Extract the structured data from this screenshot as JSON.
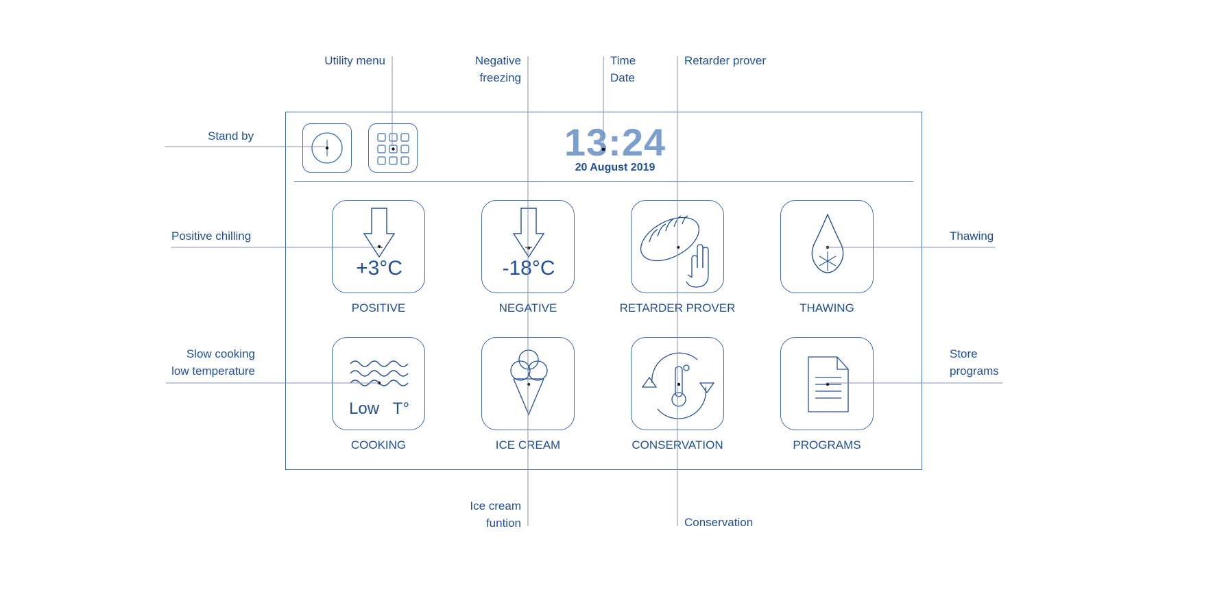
{
  "callouts": {
    "utility_menu": "Utility menu",
    "negative_freezing": [
      "Negative",
      "freezing"
    ],
    "time_date": [
      "Time",
      "Date"
    ],
    "retarder_prover": "Retarder prover",
    "stand_by": "Stand by",
    "positive_chilling": "Positive chilling",
    "thawing": "Thawing",
    "slow_cooking": [
      "Slow cooking",
      "low temperature"
    ],
    "store_programs": [
      "Store",
      "programs"
    ],
    "ice_cream_function": [
      "Ice cream",
      "funtion"
    ],
    "conservation": "Conservation"
  },
  "screen": {
    "time": "13:24",
    "date": "20 August 2019",
    "tiles": {
      "positive": {
        "label": "POSITIVE",
        "value": "+3°C",
        "icon": "arrow-down-icon"
      },
      "negative": {
        "label": "NEGATIVE",
        "value": "-18°C",
        "icon": "arrow-down-icon"
      },
      "retarder": {
        "label": "RETARDER PROVER",
        "icon": "bread-hand-icon"
      },
      "thawing": {
        "label": "THAWING",
        "icon": "drop-snowflake-icon"
      },
      "cooking": {
        "label": "COOKING",
        "value": "Low   T°",
        "icon": "waves-icon"
      },
      "icecream": {
        "label": "ICE CREAM",
        "icon": "ice-cream-cone-icon"
      },
      "conservation": {
        "label": "CONSERVATION",
        "icon": "thermometer-cycle-icon"
      },
      "programs": {
        "label": "PROGRAMS",
        "icon": "document-icon"
      }
    }
  },
  "colors": {
    "primary": "#1f4e9a",
    "clock": "#7d9fce",
    "line": "#3a6cb8"
  }
}
